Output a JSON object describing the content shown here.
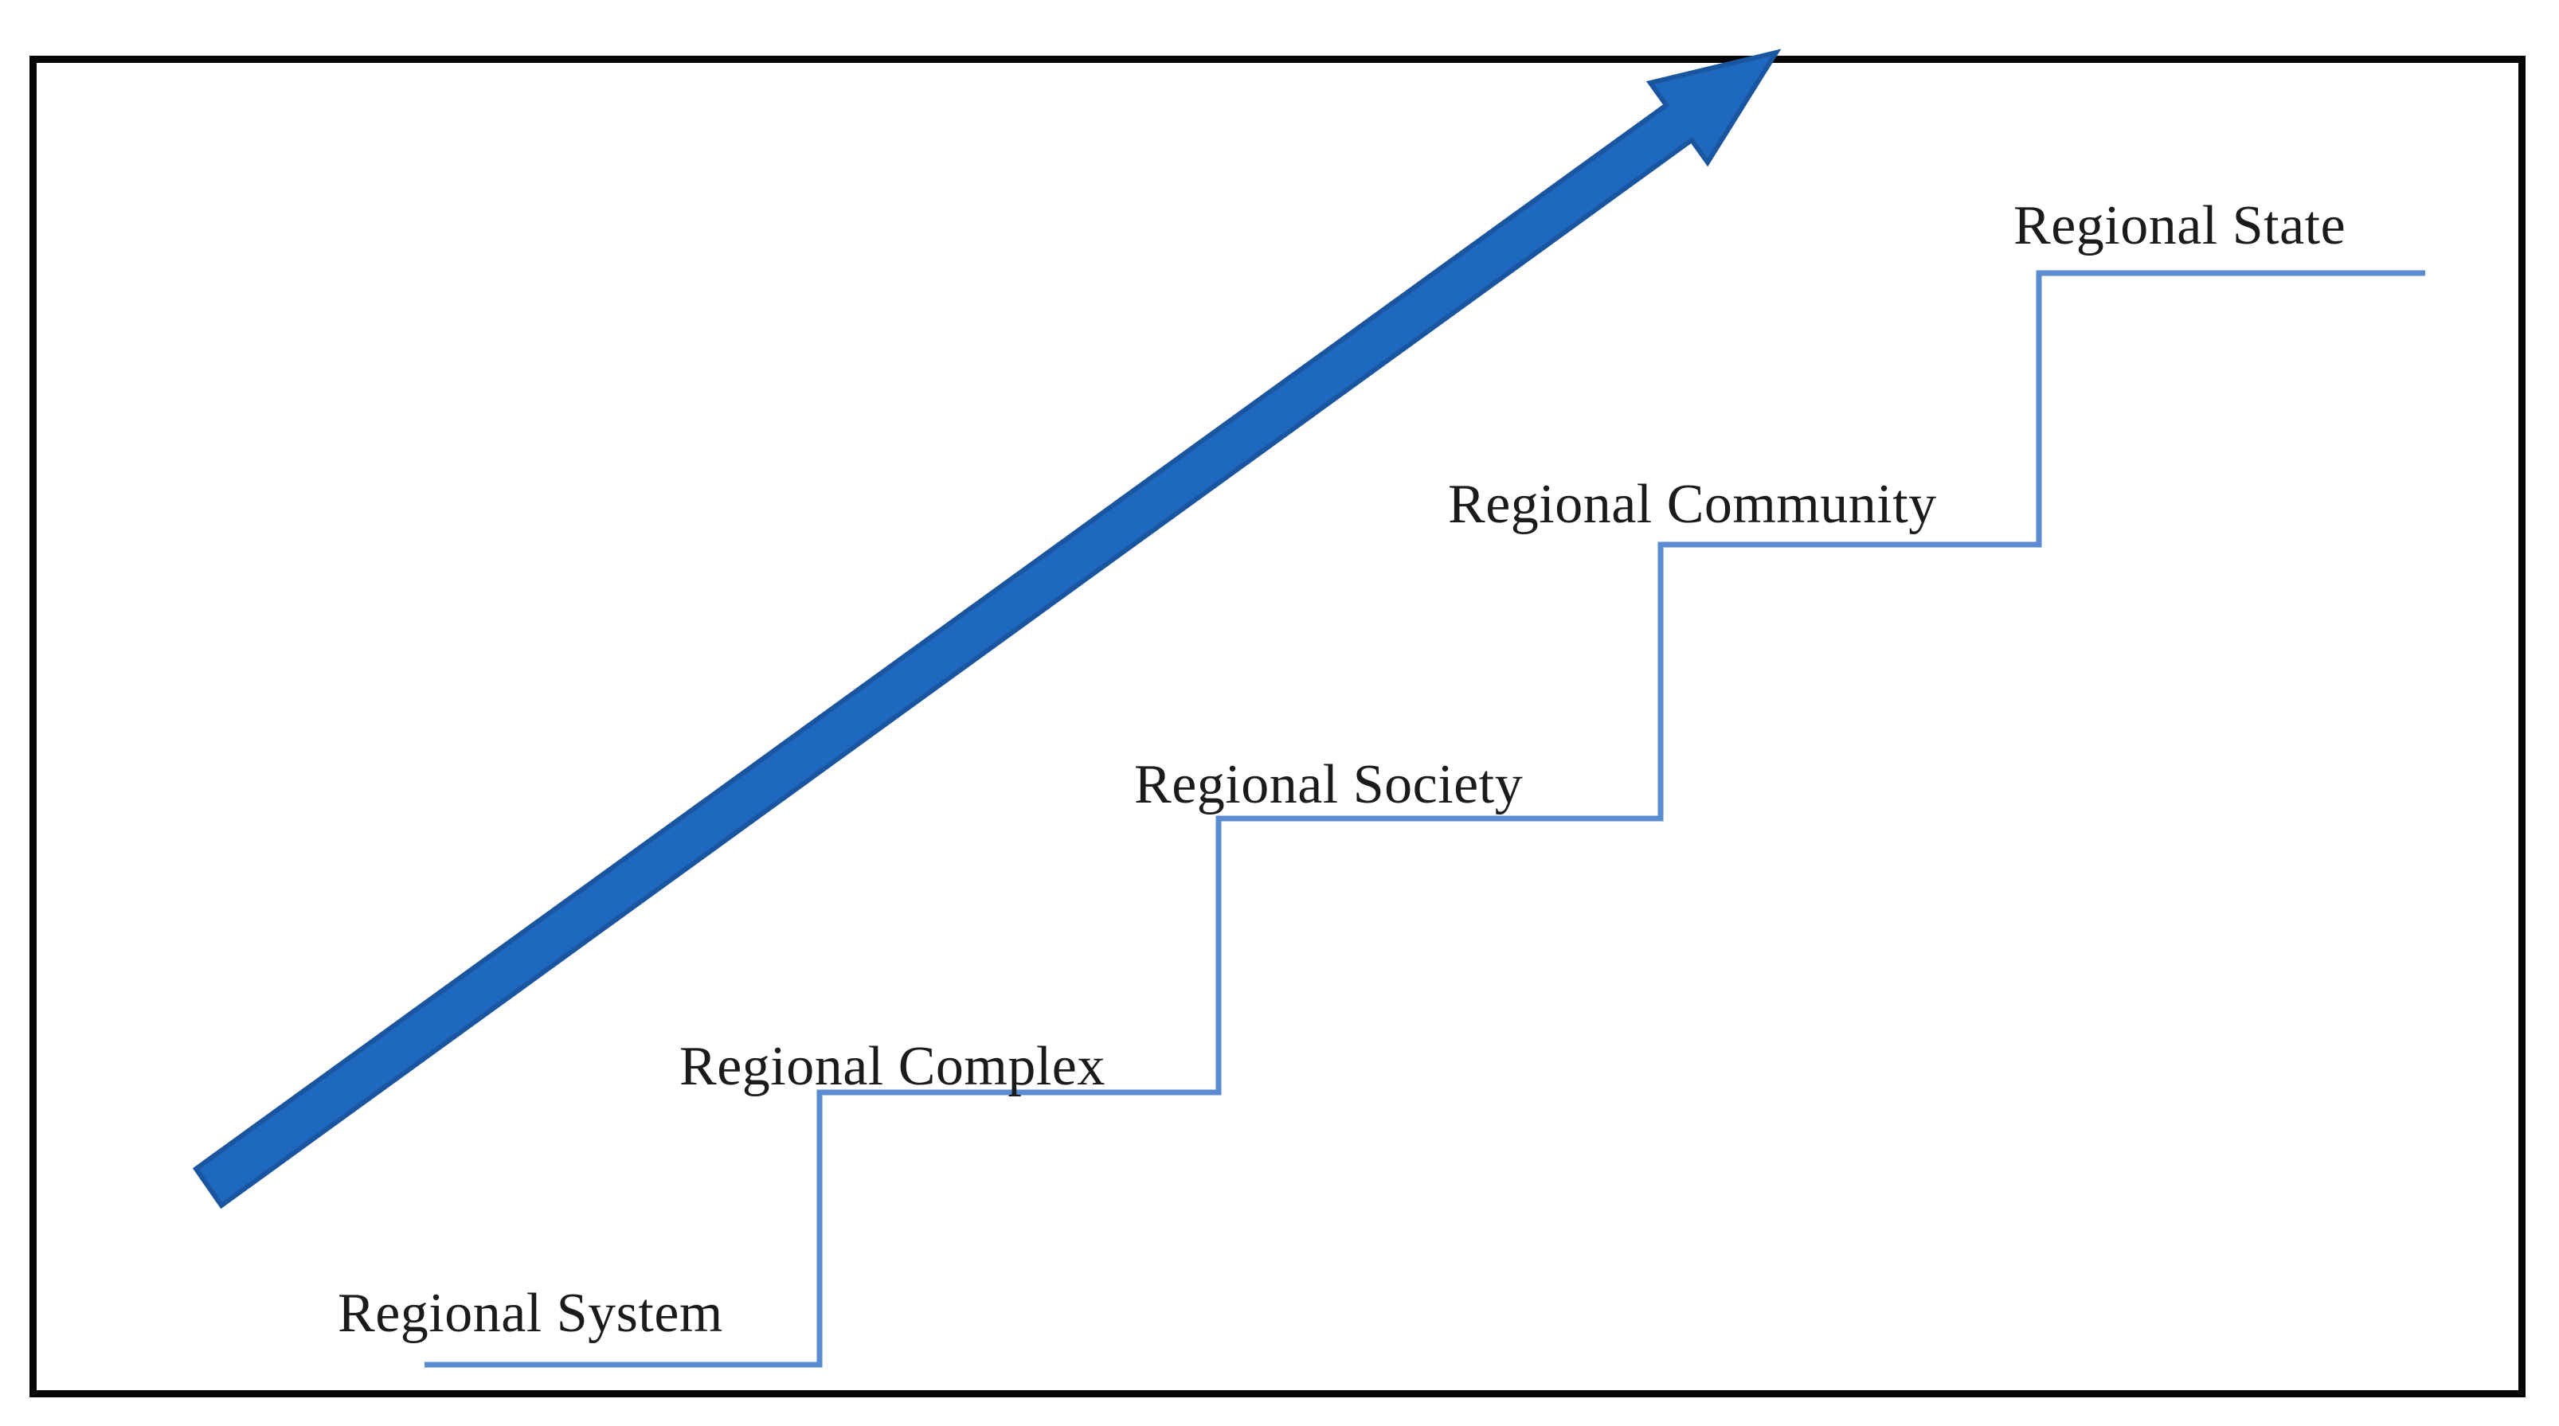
{
  "diagram": {
    "steps": [
      {
        "level": 1,
        "label": "Regional System"
      },
      {
        "level": 2,
        "label": "Regional Complex"
      },
      {
        "level": 3,
        "label": "Regional Society"
      },
      {
        "level": 4,
        "label": "Regional Community"
      },
      {
        "level": 5,
        "label": "Regional State"
      }
    ],
    "arrow": {
      "direction": "up-right",
      "fill": "#1E68C0",
      "outline": "#1A55A0"
    },
    "colors": {
      "step_line": "#5B8CD1",
      "text": "#1B1B1B",
      "border": "#060606",
      "background": "#FFFFFF"
    }
  }
}
